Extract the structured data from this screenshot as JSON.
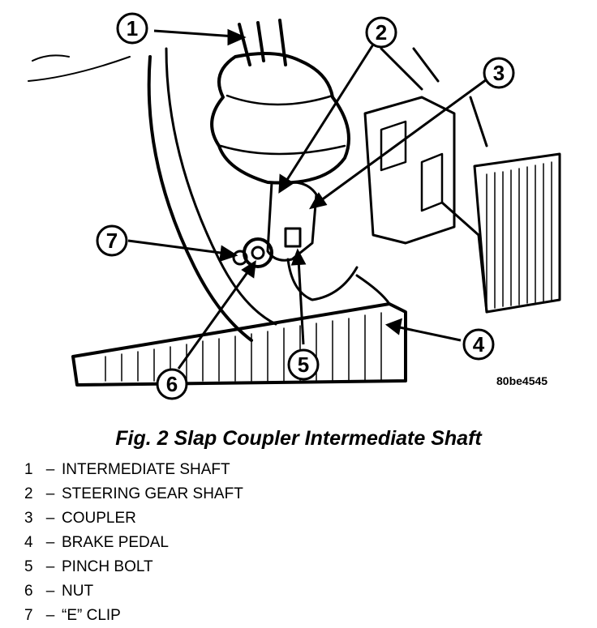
{
  "figure": {
    "code": "80be4545",
    "caption": "Fig. 2 Slap Coupler Intermediate Shaft"
  },
  "callouts": [
    {
      "number": "1",
      "label": "INTERMEDIATE SHAFT"
    },
    {
      "number": "2",
      "label": "STEERING GEAR SHAFT"
    },
    {
      "number": "3",
      "label": "COUPLER"
    },
    {
      "number": "4",
      "label": "BRAKE PEDAL"
    },
    {
      "number": "5",
      "label": "PINCH BOLT"
    },
    {
      "number": "6",
      "label": "NUT"
    },
    {
      "number": "7",
      "label": "“E” CLIP"
    }
  ],
  "legend_separator": "–"
}
